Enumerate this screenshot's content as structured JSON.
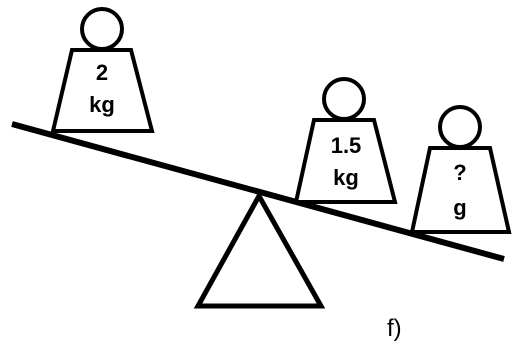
{
  "colors": {
    "stroke": "#000000",
    "background": "#ffffff"
  },
  "weights": {
    "left": {
      "line1": "2",
      "line2": "kg"
    },
    "middle": {
      "line1": "1.5",
      "line2": "kg"
    },
    "right": {
      "line1": "?",
      "line2": "g"
    }
  },
  "caption": "f)"
}
